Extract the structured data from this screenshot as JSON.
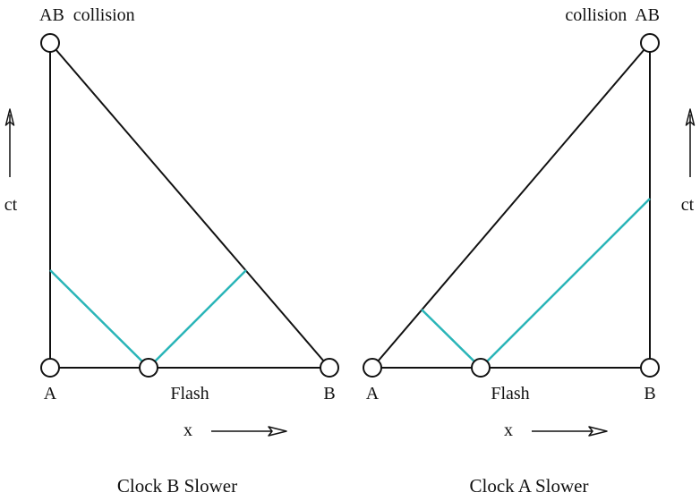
{
  "colors": {
    "line": "#111111",
    "signal": "#2ab5b8",
    "node_fill": "#ffffff",
    "background": "#ffffff"
  },
  "left_panel": {
    "label_ab_collision": "AB  collision",
    "label_a": "A",
    "label_flash": "Flash",
    "label_b": "B",
    "axis_x": "x",
    "axis_ct": "ct",
    "caption": "Clock B Slower"
  },
  "right_panel": {
    "label_ab_collision": "collision  AB",
    "label_a": "A",
    "label_flash": "Flash",
    "label_b": "B",
    "axis_x": "x",
    "axis_ct": "ct",
    "caption": "Clock A Slower"
  }
}
